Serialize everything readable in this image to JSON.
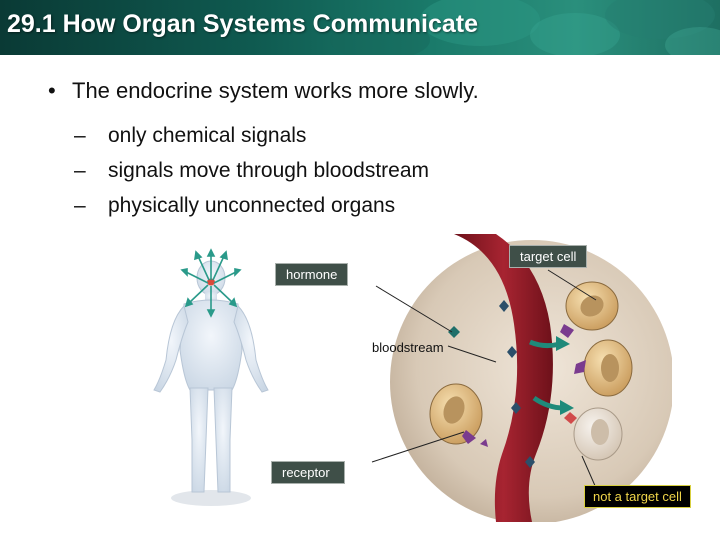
{
  "header": {
    "title": "29.1 How Organ Systems Communicate"
  },
  "content": {
    "bullet_marker": "•",
    "bullet": "The endocrine system works more slowly.",
    "dash": "–",
    "subitems": [
      "only chemical signals",
      "signals move through bloodstream",
      "physically unconnected organs"
    ]
  },
  "figure": {
    "labels": {
      "hormone": "hormone",
      "target_cell": "target cell",
      "bloodstream": "bloodstream",
      "receptor": "receptor",
      "not_target_cell": "not a target cell"
    }
  },
  "colors": {
    "header_bg": "#0f5a50",
    "vessel": "#9a1f2a",
    "cell_body": "#e3c08a",
    "nucleus": "#b8935e",
    "hormone": "#1f6f6a",
    "receptor": "#7a3b8e",
    "label_bg": "#3f4f48",
    "highlight_label_text": "#f0d54a"
  }
}
